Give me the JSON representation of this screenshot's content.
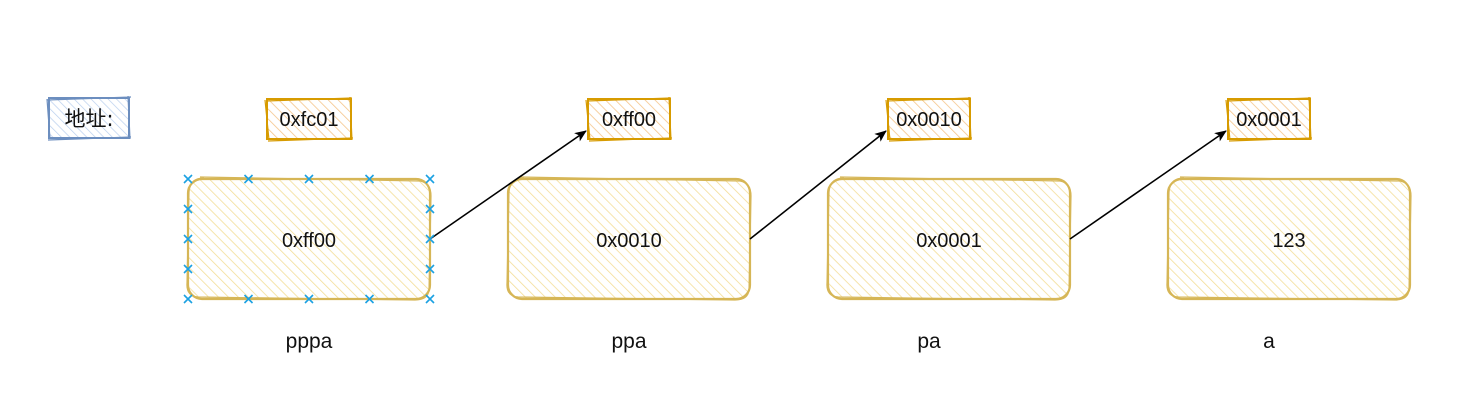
{
  "address_label": {
    "text": "地址:",
    "stroke": "#6c8ebf",
    "fill": "#dae8fc"
  },
  "colors": {
    "address_box_stroke": "#d79b00",
    "address_box_fill": "#ffe6cc",
    "value_box_stroke": "#d6b656",
    "value_box_fill": "#fff2cc",
    "arrow": "#000000",
    "selection_handle": "#1ba1e2"
  },
  "nodes": [
    {
      "name": "pppa",
      "address": "0xfc01",
      "value": "0xff00",
      "selected": true
    },
    {
      "name": "ppa",
      "address": "0xff00",
      "value": "0x0010",
      "selected": false
    },
    {
      "name": "pa",
      "address": "0x0010",
      "value": "0x0001",
      "selected": false
    },
    {
      "name": "a",
      "address": "0x0001",
      "value": "123",
      "selected": false
    }
  ],
  "edges": [
    {
      "from": "pppa",
      "to": "ppa"
    },
    {
      "from": "ppa",
      "to": "pa"
    },
    {
      "from": "pa",
      "to": "a"
    }
  ]
}
